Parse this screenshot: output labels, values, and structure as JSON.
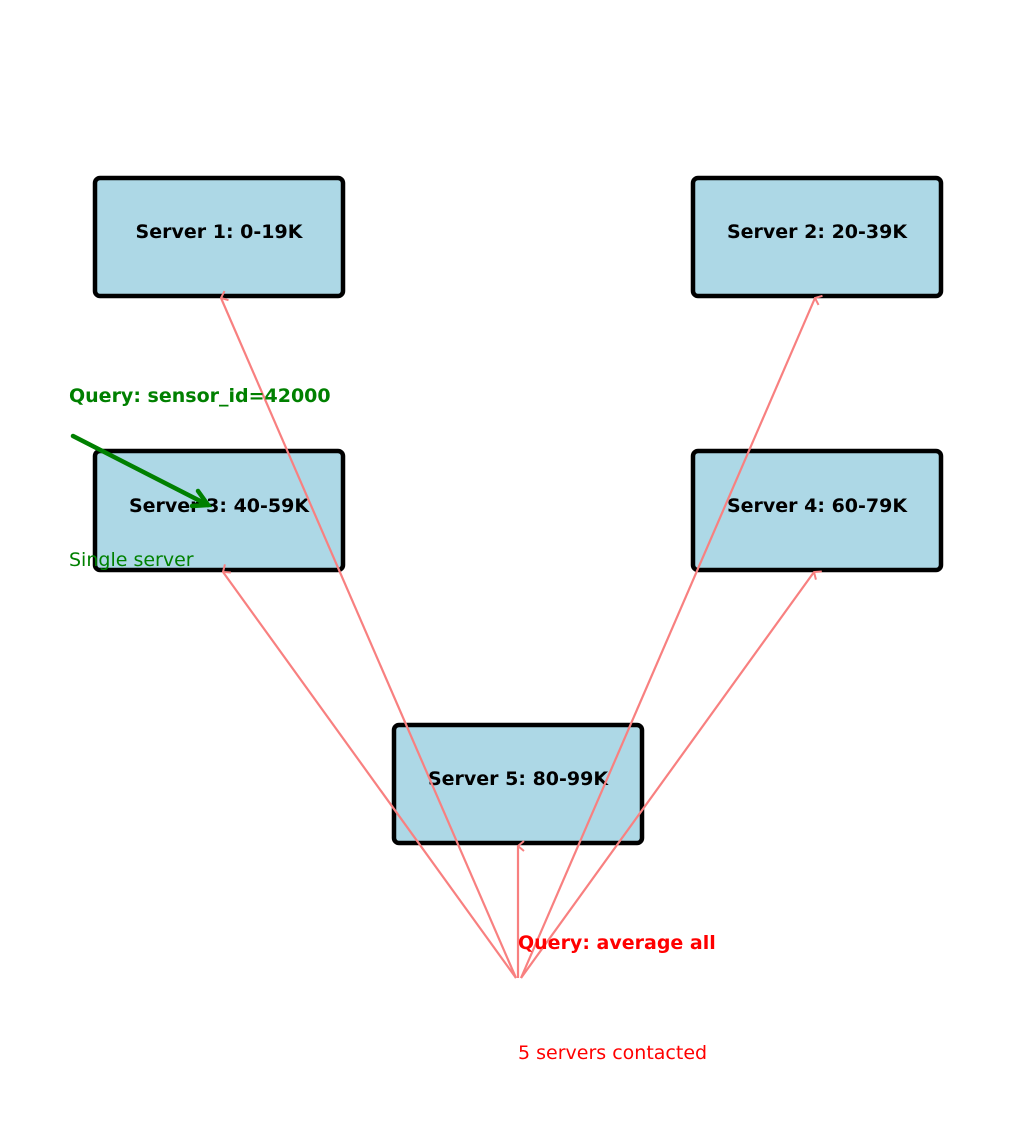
{
  "servers": [
    {
      "label": "Server 1: 0-19K"
    },
    {
      "label": "Server 2: 20-39K"
    },
    {
      "label": "Server 3: 40-59K"
    },
    {
      "label": "Server 4: 60-79K"
    },
    {
      "label": "Server 5: 80-99K"
    }
  ],
  "single_query": {
    "title": "Query: sensor_id=42000",
    "note": "Single server",
    "color": "#008000"
  },
  "broadcast_query": {
    "title": "Query: average all",
    "note": "5 servers contacted",
    "color": "#ff0000"
  },
  "colors": {
    "box_fill": "#add8e6",
    "box_stroke": "#000000",
    "broadcast_arrow": "#f88080"
  }
}
